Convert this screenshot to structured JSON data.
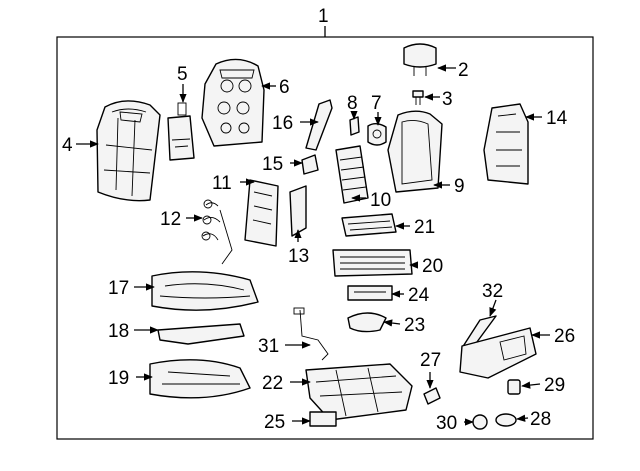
{
  "diagram": {
    "frame_label": "1",
    "callouts": {
      "c2": "2",
      "c3": "3",
      "c4": "4",
      "c5": "5",
      "c6": "6",
      "c7": "7",
      "c8": "8",
      "c9": "9",
      "c10": "10",
      "c11": "11",
      "c12": "12",
      "c13": "13",
      "c14": "14",
      "c15": "15",
      "c16": "16",
      "c17": "17",
      "c18": "18",
      "c19": "19",
      "c20": "20",
      "c21": "21",
      "c22": "22",
      "c23": "23",
      "c24": "24",
      "c25": "25",
      "c26": "26",
      "c27": "27",
      "c28": "28",
      "c29": "29",
      "c30": "30",
      "c31": "31",
      "c32": "32"
    }
  }
}
